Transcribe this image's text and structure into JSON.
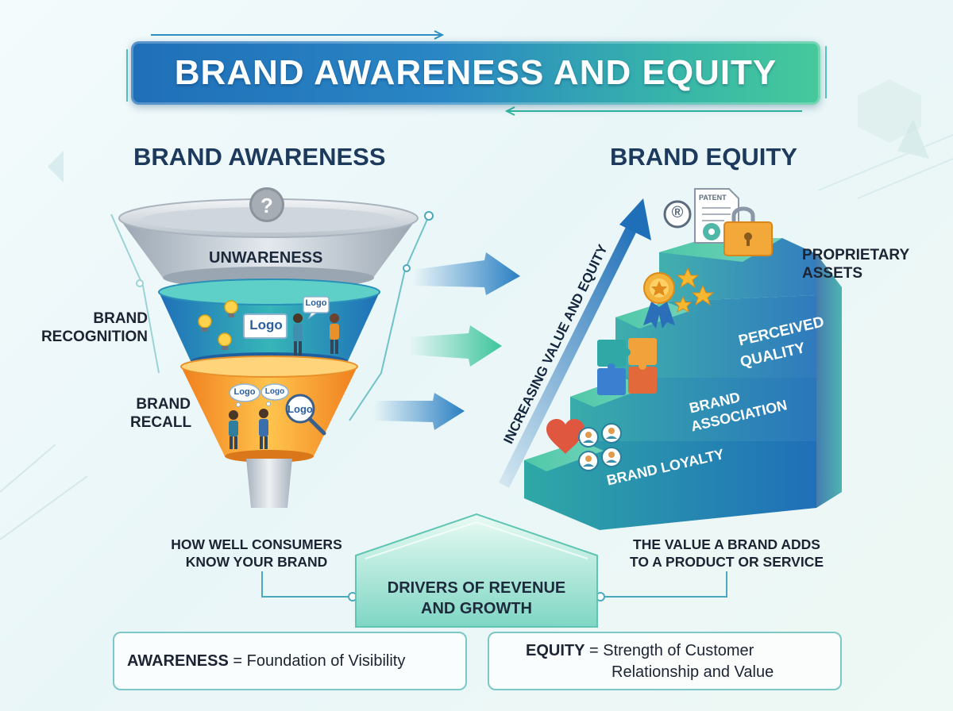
{
  "title": "BRAND AWARENESS AND EQUITY",
  "awareness": {
    "heading": "BRAND AWARENESS",
    "funnel": {
      "top_label": "UNWARENESS",
      "top_icon": "question-mark",
      "middle_logo_text": "Logo",
      "middle_bubble_text": "Logo",
      "bottom_logo_text": "Logo",
      "bottom_bubble_1": "Logo",
      "bottom_bubble_2": "Logo"
    },
    "side_labels": {
      "recognition_1": "BRAND",
      "recognition_2": "RECOGNITION",
      "recall_1": "BRAND",
      "recall_2": "RECALL"
    },
    "description_1": "HOW WELL CONSUMERS",
    "description_2": "KNOW YOUR BRAND"
  },
  "equity": {
    "heading": "BRAND EQUITY",
    "axis_label": "INCREASING VALUE AND EQUITY",
    "steps": [
      {
        "label_1": "BRAND LOYALTY",
        "label_2": ""
      },
      {
        "label_1": "BRAND",
        "label_2": "ASSOCIATION"
      },
      {
        "label_1": "PERCEIVED",
        "label_2": "QUALITY"
      }
    ],
    "top_label_1": "PROPRIETARY",
    "top_label_2": "ASSETS",
    "patent_text": "PATENT",
    "trademark_symbol": "®",
    "description_1": "THE VALUE A BRAND ADDS",
    "description_2": "TO A PRODUCT OR SERVICE"
  },
  "center": {
    "label_1": "DRIVERS OF REVENUE",
    "label_2": "AND GROWTH"
  },
  "boxes": {
    "awareness_key": "AWARENESS",
    "awareness_eq": " = ",
    "awareness_value": "Foundation of Visibility",
    "equity_key": "EQUITY",
    "equity_eq": " = ",
    "equity_value_1": "Strength of Customer",
    "equity_value_2": "Relationship and Value"
  },
  "colors": {
    "navy": "#1d3a5c",
    "blue": "#1f6fb8",
    "teal": "#2fa8a6",
    "green": "#46c99a",
    "orange": "#f59a2c"
  }
}
